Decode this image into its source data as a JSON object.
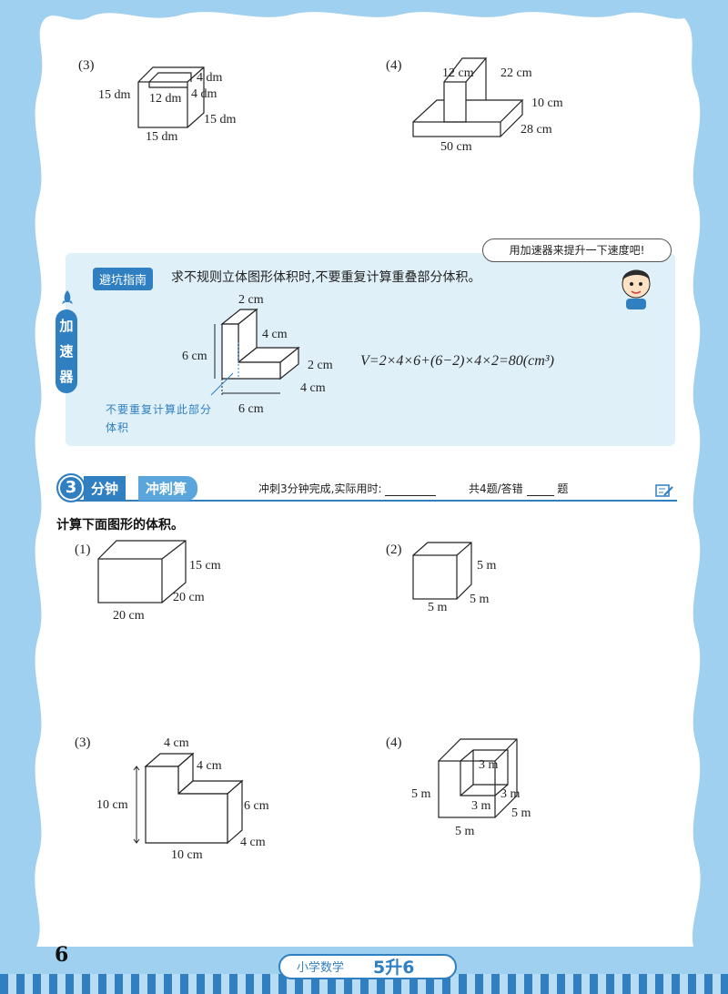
{
  "colors": {
    "frame": "#8fc6ea",
    "accent": "#2f7fc1",
    "tipBg": "#dff0f8"
  },
  "top": {
    "q3": {
      "num": "(3)",
      "d1": "4 dm",
      "d2": "4 dm",
      "d3": "12 dm",
      "d4": "15 dm",
      "d5": "15 dm",
      "d6": "15 dm"
    },
    "q4": {
      "num": "(4)",
      "d1": "12 cm",
      "d2": "22 cm",
      "d3": "10 cm",
      "d4": "28 cm",
      "d5": "50 cm"
    }
  },
  "tip": {
    "bubble": "用加速器来提升一下速度吧!",
    "side": [
      "加",
      "速",
      "器"
    ],
    "tag": "避坑指南",
    "text": "求不规则立体图形体积时,不要重复计算重叠部分体积。",
    "fig": {
      "d1": "2 cm",
      "d2": "4 cm",
      "d3": "6 cm",
      "d4": "2 cm",
      "d5": "4 cm",
      "d6": "6 cm"
    },
    "formula": "V=2×4×6+(6−2)×4×2=80(cm³)",
    "note": "不要重复计算此部分体积"
  },
  "section": {
    "num": "3",
    "title_a": "分钟",
    "title_b": "冲刺算",
    "info_a": "冲刺3分钟完成,实际用时:",
    "info_b": "共4题/答错",
    "info_c": "题"
  },
  "instruction": "计算下面图形的体积。",
  "problems": {
    "p1": {
      "num": "(1)",
      "d1": "15 cm",
      "d2": "20 cm",
      "d3": "20 cm"
    },
    "p2": {
      "num": "(2)",
      "d1": "5 m",
      "d2": "5 m",
      "d3": "5 m"
    },
    "p3": {
      "num": "(3)",
      "d1": "4 cm",
      "d2": "4 cm",
      "d3": "10 cm",
      "d4": "6 cm",
      "d5": "4 cm",
      "d6": "10 cm"
    },
    "p4": {
      "num": "(4)",
      "d1": "3 m",
      "d2": "5 m",
      "d3": "3 m",
      "d4": "3 m",
      "d5": "5 m",
      "d6": "5 m"
    }
  },
  "footer": {
    "page": "6",
    "subject": "小学数学",
    "grade": "5升6"
  }
}
